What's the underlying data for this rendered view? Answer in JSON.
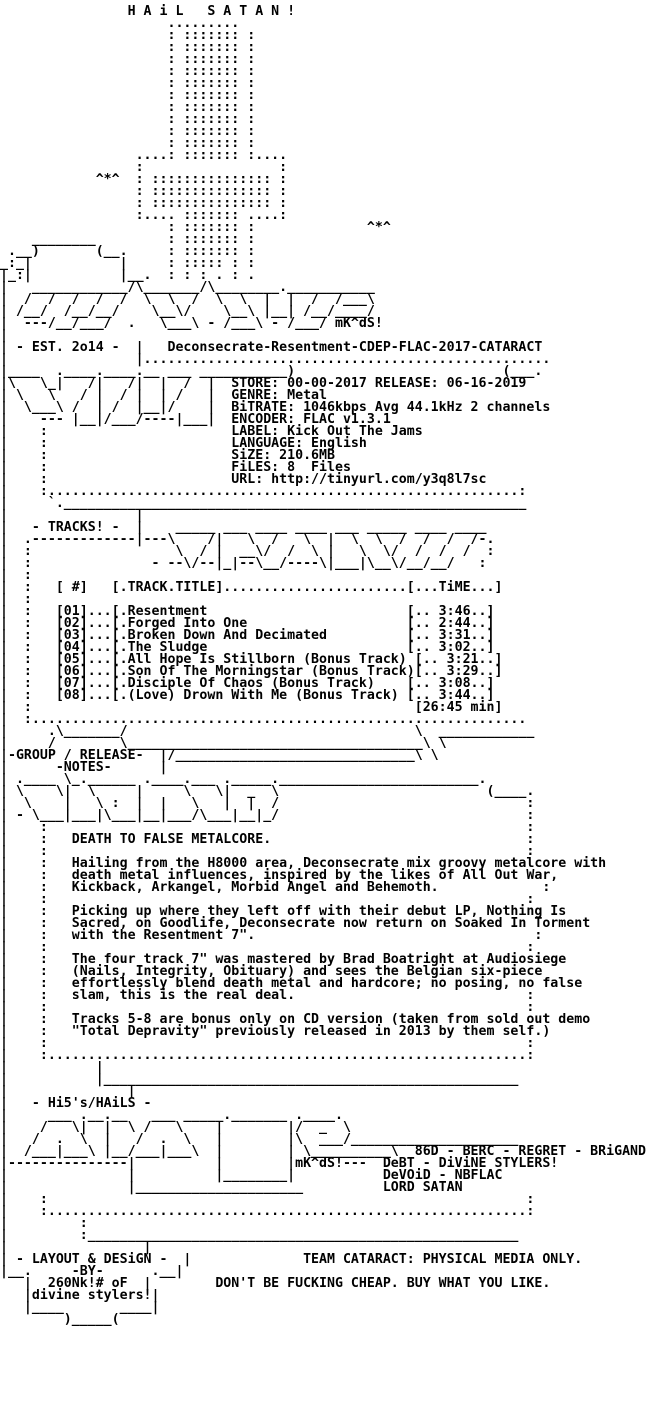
{
  "document": {
    "text_color": "#000000",
    "background": "#ffffff",
    "lines": [
      "                H A i L   S A T A N !",
      "                     .........",
      "                     : ::::::: :",
      "                     : ::::::: :",
      "                     : ::::::: :",
      "                     : ::::::: :",
      "                     : ::::::: :",
      "                     : ::::::: :",
      "                     : ::::::: :",
      "                     : ::::::: :",
      "                     : ::::::: :",
      "                     : ::::::: :",
      "                 ....: ::::::: :....",
      "                 :                 :",
      "            ^*^  : ::::::::::::::: :",
      "                 : ::::::::::::::: :",
      "                 : ::::::::::::::: :",
      "                 :.... ::::::: ....:",
      "                     : ::::::: :              ^*^",
      "    ________         : ::::::: :",
      " .__)       (__.     : ::::::: :",
      "_:_|           |     : ::::: : :",
      "|_:|           |__.  : : : . : .",
      "|   ____________/\\_______/\\________.___________",
      "|  /  /  /  /  /  \\  \\  /  \\  \\  |  |  /  /___\\",
      "| /__/  /__/__/    \\__\\/    \\__\\ |__| /__/____/",
      "|  ---/__/___/  .   \\___\\ - /___\\ - /___/ mK^dS!",
      "|                                              ",
      "| - EST. 2o14 -  |   Deconsecrate-Resentment-CDEP-FLAC-2017-CATARACT",
      "|                |...................................................",
      "|____  .____.____.__ ___ ___________)                          (___.",
      "|\\   \\_|   /|   /|  |  /  |  STORE: 00-00-2017 RELEASE: 06-16-2019",
      "| \\   \\   / |  / |  | /   |  GENRE: Metal",
      "|  \\___\\ /  | /  |__|/    |  BiTRATE: 1046kbps Avg 44.1kHz 2 channels",
      "|    --- |__|/___/----|___|  ENCODER: FLAC v1.3.1",
      "|    :                       LABEL: Kick Out The Jams",
      "|    :                       LANGUAGE: English",
      "|    :                       SiZE: 210.6MB",
      "|    :                       FiLES: 8  Files",
      "|    :                       URL: http://tinyurl.com/y3q8l7sc",
      "|    :...........................................................:",
      "|     `.__________________________________________________________",
      "|                |",
      "|   - TRACKS! -  |    _____ ___ ____ ____ ___ _____ ____ ____",
      "|  .-------------|---\\    /|   \\  /   \\  |  \\  \\  /  /  /  /-.",
      "|  :                  \\  / |  __\\/  /  \\ |   \\  \\/  /  /  /  :",
      "|  :               - --\\/--|_|--\\__/----\\|___|\\__\\/__/__/   :",
      "|  :",
      "|  :   [ #]   [.TRACK.TITLE].......................[...TiME...]",
      "|  :",
      "|  :   [01]...[.Resentment                         [.. 3:46..]",
      "|  :   [02]...[.Forged Into One                    [.. 2:44..]",
      "|  :   [03]...[.Broken Down And Decimated          [.. 3:31..]",
      "|  :   [04]...[.The Sludge                         [.. 3:02..]",
      "|  :   [05]...[.All Hope Is Stillborn (Bonus Track) [.. 3:21..]",
      "|  :   [06]...[.Son Of The Morningstar (Bonus Track)[.. 3:29..]",
      "|  :   [07]...[.Disciple Of Chaos (Bonus Track)    [.. 3:08..]",
      "|  :   [08]...[.(Love) Drown With Me (Bonus Track) [.. 3:44..]",
      "|  :                                                [26:45 min]",
      "|  :..............................................................",
      "|     .\\_______/                                    \\  ____________",
      "|     /        \\_____________________________________\\ \\",
      "|-GROUP / RELEASE-  |/______________________________\\ \\",
      "|      -NOTES-      |",
      "| .____ \\_.______ .____.___ ._____._________________________.",
      "| \\    \\|  \\     |     \\   \\|  _  \\                          (____.",
      "|  \\    |   \\ :  |  |   \\   |  |  /                               :",
      "| - \\___|___|\\___|__|___/\\___|__|_/                               :",
      "|    :                                                            :",
      "|    :   DEATH TO FALSE METALCORE.                                :",
      "|    :                                                            :",
      "|    :   Hailing from the H8000 area, Deconsecrate mix groovy metalcore with",
      "|    :   death metal influences, inspired by the likes of All Out War,",
      "|    :   Kickback, Arkangel, Morbid Angel and Behemoth.             :",
      "|    :                                                            :",
      "|    :   Picking up where they left off with their debut LP, Nothing Is",
      "|    :   Sacred, on Goodlife, Deconsecrate now return on Soaked In Torment",
      "|    :   with the Resentment 7\".                                   :",
      "|    :                                                            :",
      "|    :   The four track 7\" was mastered by Brad Boatright at Audiosiege",
      "|    :   (Nails, Integrity, Obituary) and sees the Belgian six-piece",
      "|    :   effortlessly blend death metal and hardcore; no posing, no false",
      "|    :   slam, this is the real deal.                             :",
      "|    :                                                            :",
      "|    :   Tracks 5-8 are bonus only on CD version (taken from sold out demo",
      "|    :   \"Total Depravity\" previously released in 2013 by them self.)",
      "|    :                                                            :",
      "|    :............................................................:",
      "|           |",
      "|           |____________________________________________________",
      "|               |",
      "|   - Hi5's/HAiLS -",
      "|     ___ .__.__   ___ _____._______ .____.",
      "|    /   \\|  |  \\ /   \\    |        |/  _  \\",
      "|   /  .  \\  |   /  .  \\   |        |\\  ___/_____________________",
      "|  /___|___\\ |__/___|___\\  |        | \\__________\\  86D - BERC - REGRET - BRiGAND",
      "|---------------|          |        |mK^dS!---  DeBT - DiViNE STYLERS!",
      "|               |          |________|           DeVOiD - NBFLAC",
      "|               |_____________________          LORD SATAN",
      "|    :                                                            :",
      "|    :............................................................:",
      "|         :",
      "|         :______________________________________________________",
      "|                 |",
      "| - LAYOUT & DESiGN -  |              TEAM CATARACT: PHYSICAL MEDIA ONLY.",
      "|__.     -BY-      .__|",
      "   |  260Nk!# oF  |        DON'T BE FUCKING CHEAP. BUY WHAT YOU LIKE.",
      "   |divine stylers!|",
      "   |____       ____|",
      "        )_____("
    ]
  }
}
